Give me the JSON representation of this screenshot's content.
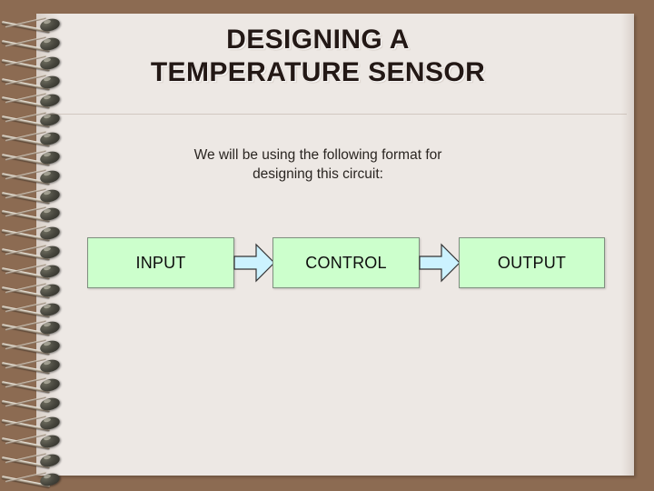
{
  "slide": {
    "title_lines": [
      "DESIGNING A",
      "TEMPERATURE SENSOR"
    ],
    "subtitle_lines": [
      "We will be using the following format for",
      "designing this circuit:"
    ]
  },
  "diagram": {
    "type": "flow",
    "boxes": [
      {
        "id": "input",
        "label": "INPUT"
      },
      {
        "id": "control",
        "label": "CONTROL"
      },
      {
        "id": "output",
        "label": "OUTPUT"
      }
    ],
    "arrows": [
      {
        "from": "input",
        "to": "control",
        "direction": "right"
      },
      {
        "from": "control",
        "to": "output",
        "direction": "right"
      }
    ]
  },
  "binding": {
    "icon": "spiral-ring",
    "ring_count": 25
  },
  "colors": {
    "background_brown": "#8C6B52",
    "paper": "#EDE8E4",
    "box_fill": "#CCFFCC",
    "box_border": "#7F8F7F",
    "arrow_fill": "#CCF2FF",
    "arrow_stroke": "#333333",
    "title_text": "#231815",
    "body_text": "#2A2521"
  }
}
